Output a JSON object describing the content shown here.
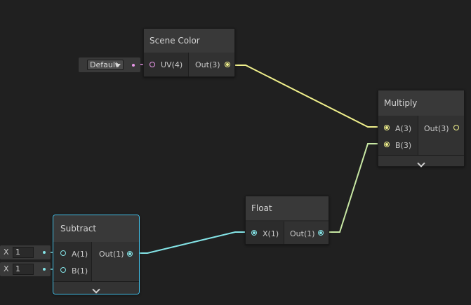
{
  "colors": {
    "vector3": "#f1f18c",
    "vector1": "#84e4e7",
    "uv": "#ea98ea",
    "selection": "#44c0e8",
    "background": "#202020"
  },
  "nodes": {
    "scene_color": {
      "title": "Scene Color",
      "inputs": [
        {
          "label": "UV(4)"
        }
      ],
      "outputs": [
        {
          "label": "Out(3)"
        }
      ],
      "uv_dropdown": "Default"
    },
    "multiply": {
      "title": "Multiply",
      "inputs": [
        {
          "label": "A(3)"
        },
        {
          "label": "B(3)"
        }
      ],
      "outputs": [
        {
          "label": "Out(3)"
        }
      ]
    },
    "float": {
      "title": "Float",
      "inputs": [
        {
          "label": "X(1)"
        }
      ],
      "outputs": [
        {
          "label": "Out(1)"
        }
      ]
    },
    "subtract": {
      "title": "Subtract",
      "inputs": [
        {
          "label": "A(1)"
        },
        {
          "label": "B(1)"
        }
      ],
      "outputs": [
        {
          "label": "Out(1)"
        }
      ],
      "inline_inputs": [
        {
          "axis": "X",
          "value": "1"
        },
        {
          "axis": "X",
          "value": "1"
        }
      ]
    }
  }
}
